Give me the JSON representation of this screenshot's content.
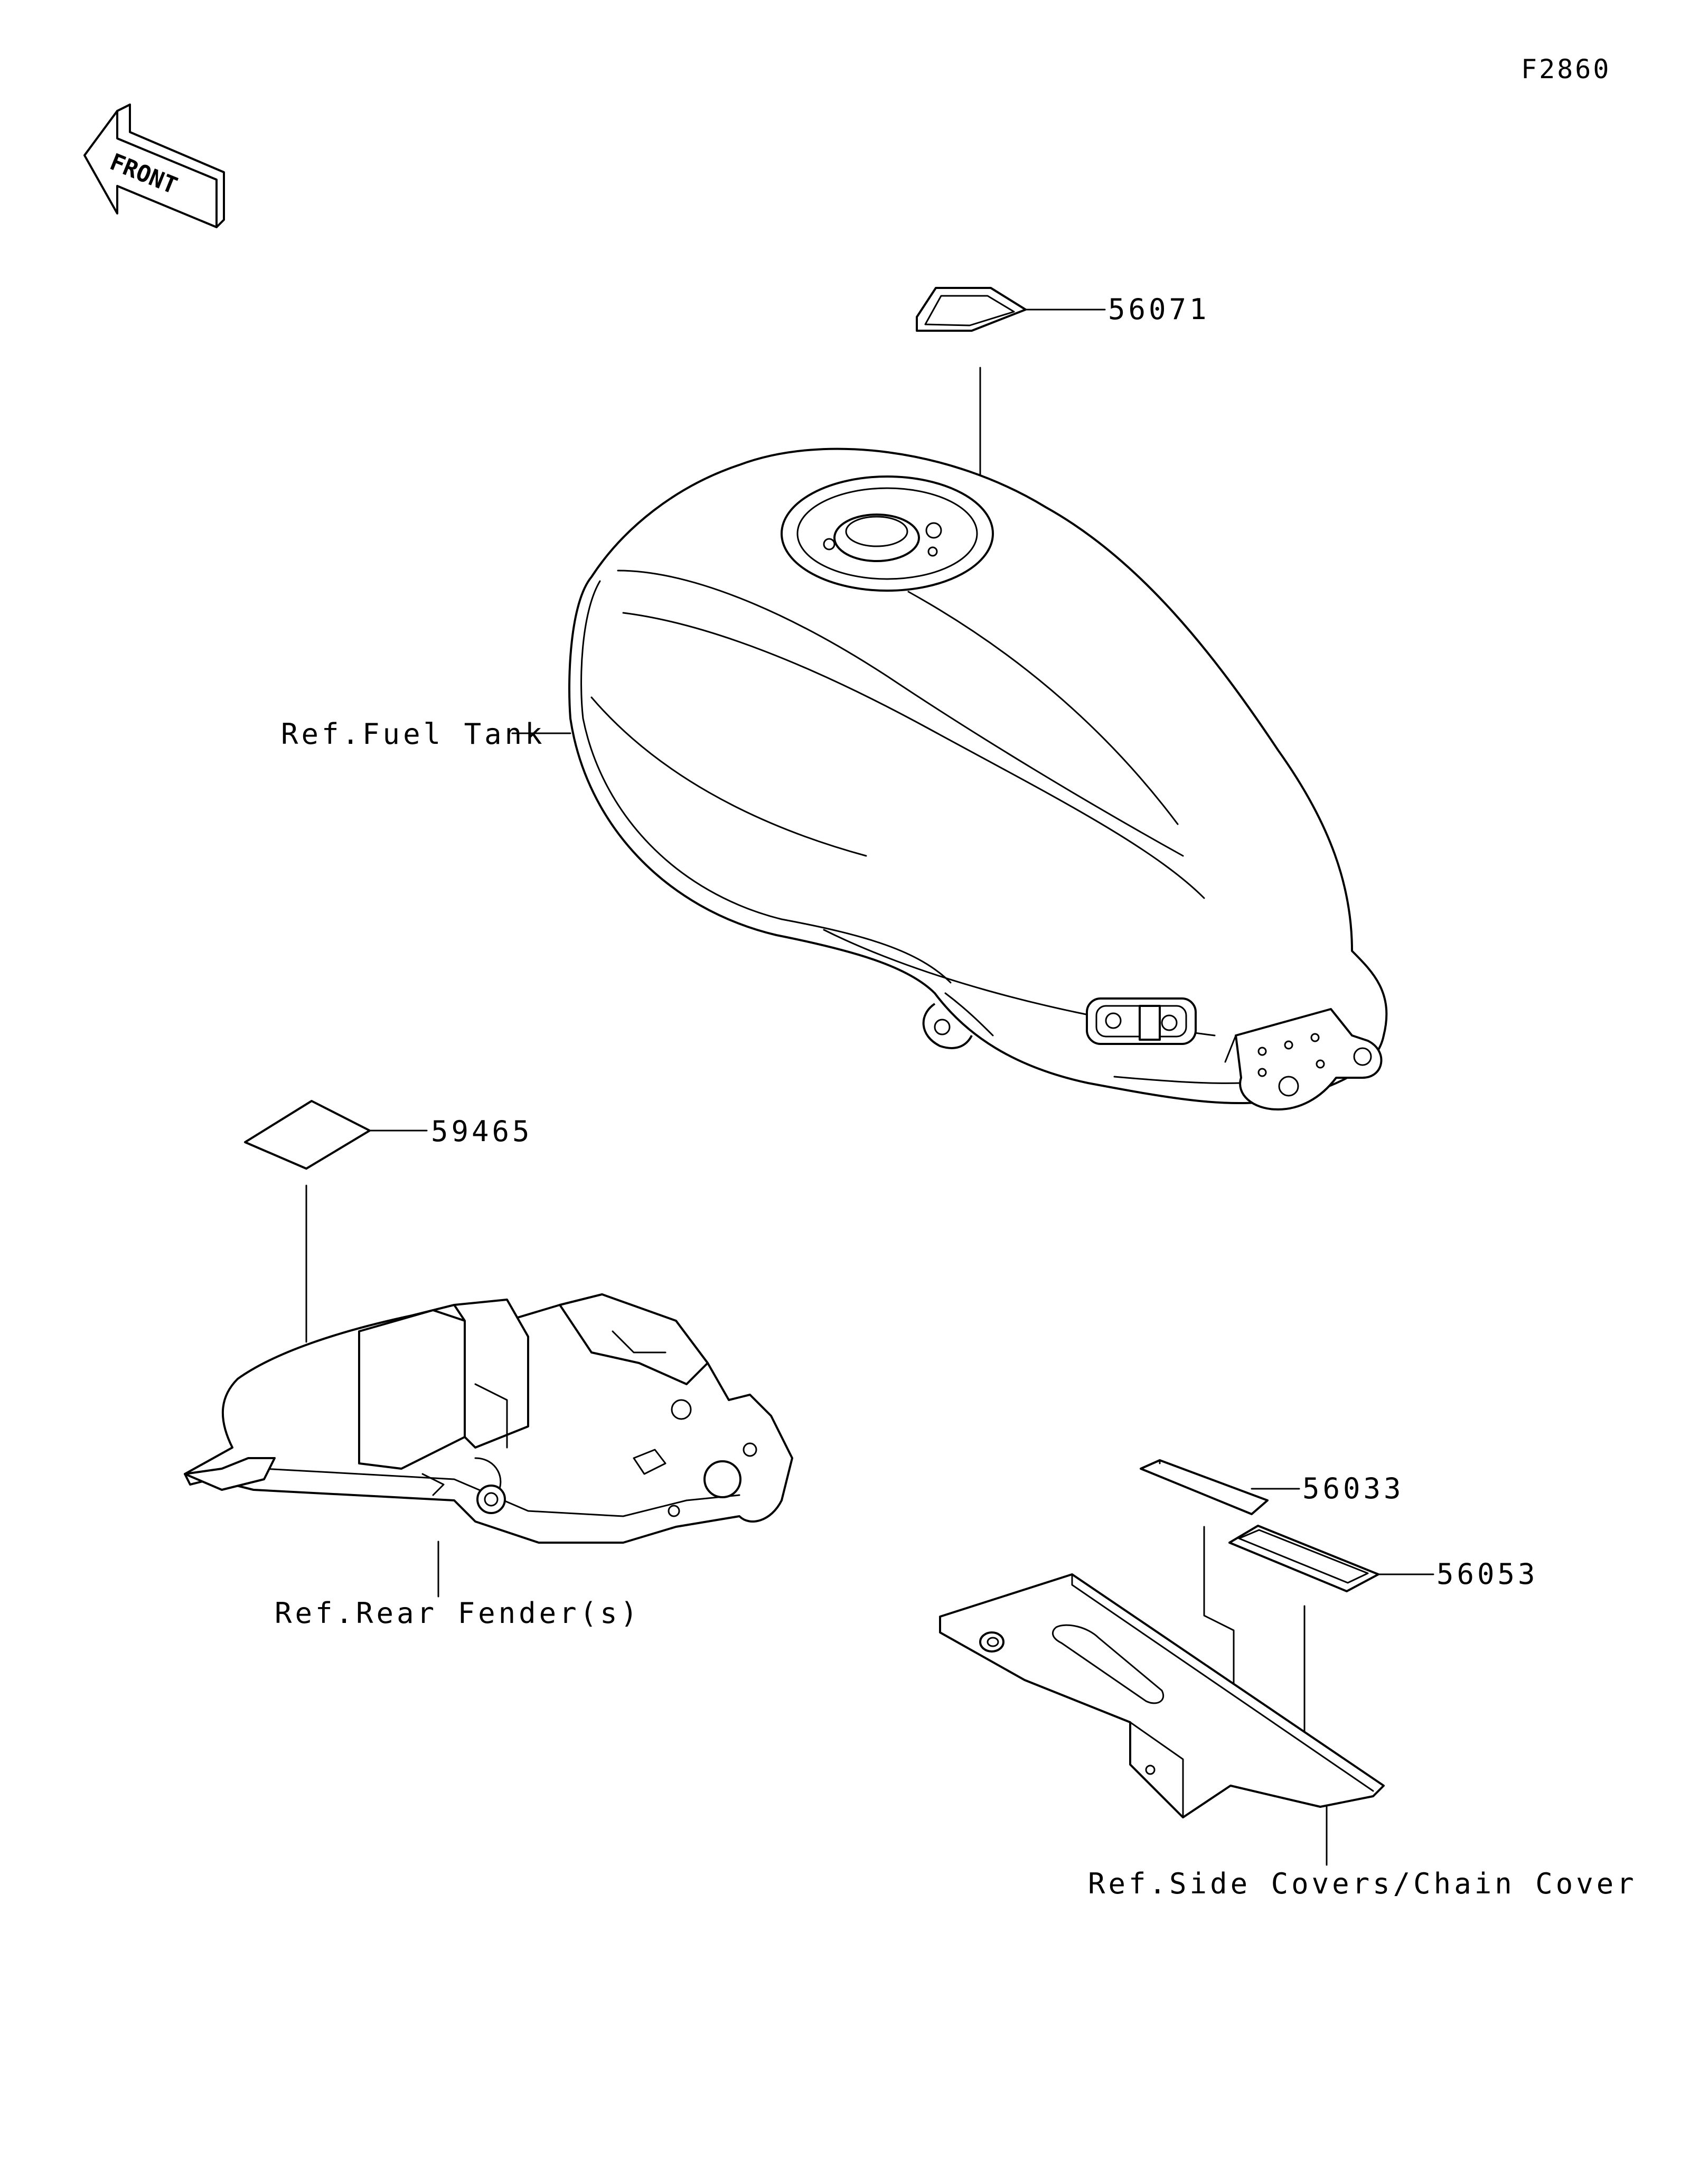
{
  "figure_id": "F2860",
  "front_marker": {
    "text": "FRONT",
    "icon": "front-arrow-icon"
  },
  "labels": {
    "part_56071": "56071",
    "part_59465": "59465",
    "part_56033": "56033",
    "part_56053": "56053",
    "ref_fuel_tank": "Ref.Fuel Tank",
    "ref_rear_fender": "Ref.Rear Fender(s)",
    "ref_side_covers": "Ref.Side Covers/Chain Cover"
  },
  "colors": {
    "line": "#000000",
    "background": "#ffffff"
  }
}
